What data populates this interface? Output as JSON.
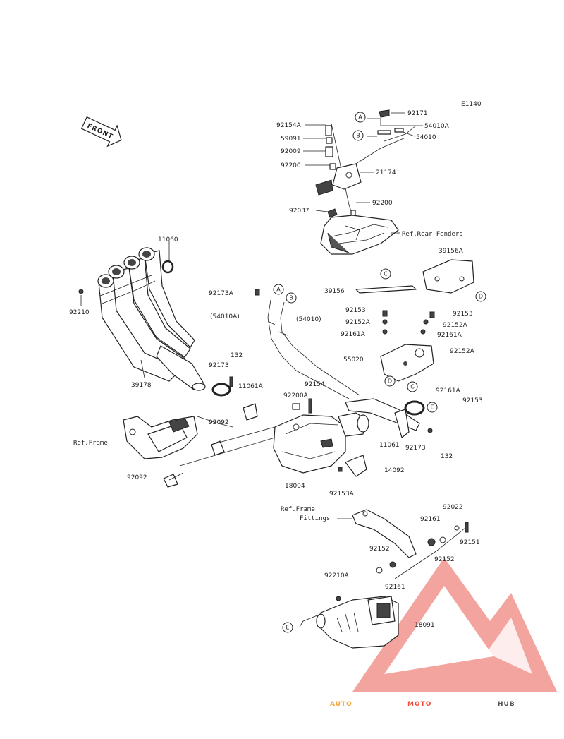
{
  "diagram_code": "E1140",
  "front_label": "FRONT",
  "callouts": [
    "A",
    "B",
    "C",
    "D",
    "E"
  ],
  "part_labels": {
    "p92171": "92171",
    "p54010A": "54010A",
    "p54010": "54010",
    "p92154A": "92154A",
    "p59091": "59091",
    "p92009": "92009",
    "p92200a": "92200",
    "p21174": "21174",
    "p92200b": "92200",
    "p92037": "92037",
    "refRearFenders": "Ref.Rear Fenders",
    "p11060": "11060",
    "p39156A": "39156A",
    "p92210": "92210",
    "p92173A": "92173A",
    "p54010Aparen": "(54010A)",
    "p54010paren": "(54010)",
    "p39156": "39156",
    "p92153a": "92153",
    "p92152Aa": "92152A",
    "p92161Aa": "92161A",
    "p92153b": "92153",
    "p92152Ab": "92152A",
    "p92161Ab": "92161A",
    "p55020": "55020",
    "p92152Ac": "92152A",
    "p132a": "132",
    "p92173a": "92173",
    "p39178": "39178",
    "p11061A": "11061A",
    "p92154": "92154",
    "p92200A": "92200A",
    "p92161Ac": "92161A",
    "p92153c": "92153",
    "p92092a": "92092",
    "refFrame": "Ref.Frame",
    "p11061": "11061",
    "p92173b": "92173",
    "p132b": "132",
    "p92092b": "92092",
    "p14092": "14092",
    "p18004": "18004",
    "p92153A": "92153A",
    "refFrameFittings1": "Ref.Frame",
    "refFrameFittings2": "Fittings",
    "p92022": "92022",
    "p92161a": "92161",
    "p92151": "92151",
    "p92152a": "92152",
    "p92152b": "92152",
    "p92210A": "92210A",
    "p92161b": "92161",
    "p18091": "18091"
  },
  "watermark": {
    "part1": "AUTO",
    "part2": "MOTO",
    "part3": "HUB",
    "color1": "#f2a93b",
    "color2": "#ee4b3b",
    "color3": "#555555",
    "triangle_color": "#ef7a70"
  }
}
